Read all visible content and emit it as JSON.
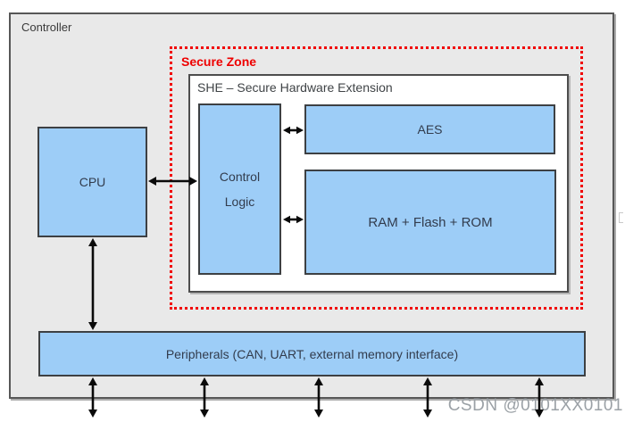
{
  "watermark": {
    "text": "CSDN @0101XX0101"
  },
  "diagram": {
    "controller": {
      "label": "Controller"
    },
    "cpu": {
      "label": "CPU"
    },
    "secure_zone": {
      "label": "Secure Zone"
    },
    "she": {
      "label": "SHE – Secure Hardware Extension"
    },
    "control_logic": {
      "line1": "Control",
      "line2": "Logic"
    },
    "aes": {
      "label": "AES"
    },
    "ram_flash_rom": {
      "label": "RAM + Flash + ROM"
    },
    "peripherals": {
      "label": "Peripherals (CAN, UART, external memory interface)"
    },
    "connections": [
      {
        "from": "cpu",
        "to": "control_logic",
        "type": "bidirectional"
      },
      {
        "from": "control_logic",
        "to": "aes",
        "type": "bidirectional"
      },
      {
        "from": "control_logic",
        "to": "ram_flash_rom",
        "type": "bidirectional"
      },
      {
        "from": "cpu",
        "to": "peripherals",
        "type": "bidirectional"
      },
      {
        "from": "peripherals",
        "to": "external-pins",
        "type": "bidirectional",
        "count": 5
      }
    ],
    "colors": {
      "block_fill": "#9dcdf7",
      "block_border": "#3d4043",
      "block_text": "#323c4d",
      "controller_fill": "#e9e9e9",
      "controller_border": "#575757",
      "she_fill": "#ffffff",
      "secure_zone_red": "#f10000",
      "arrow_black": "#0a0a0a",
      "watermark_gray": "#9ba1a6"
    }
  }
}
